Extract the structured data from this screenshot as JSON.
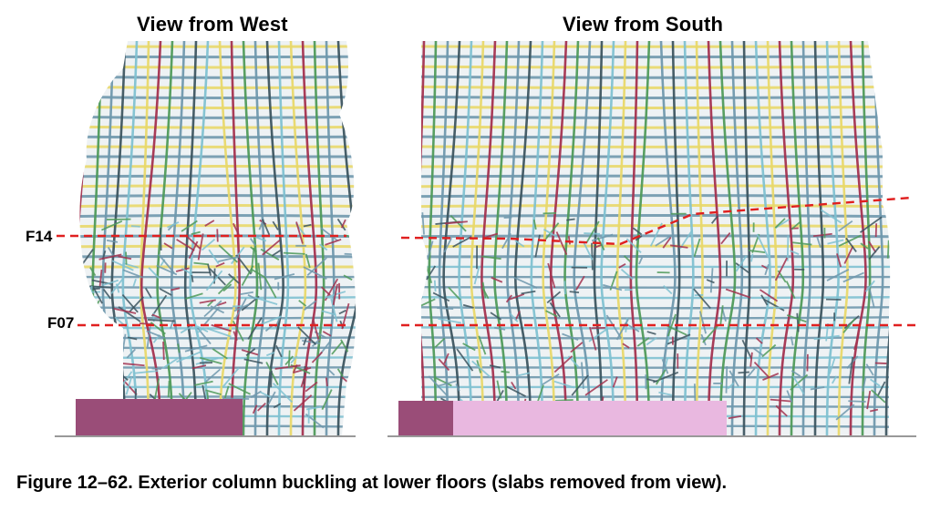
{
  "views": [
    {
      "title": "View from West"
    },
    {
      "title": "View from South"
    }
  ],
  "levels": [
    {
      "label": "F14"
    },
    {
      "label": "F07"
    }
  ],
  "caption": "Figure 12–62.  Exterior column buckling at lower floors (slabs removed from view).",
  "colors": {
    "column_yellow": "#e8d86a",
    "column_red": "#a3324f",
    "column_green": "#4f9a5a",
    "member_steel": "#6f98ad",
    "member_dark": "#3d5560",
    "member_cyan": "#7fc1d1",
    "level_line": "#e02020",
    "base_block": "#9a4d78",
    "base_light": "#e9b8e0"
  }
}
